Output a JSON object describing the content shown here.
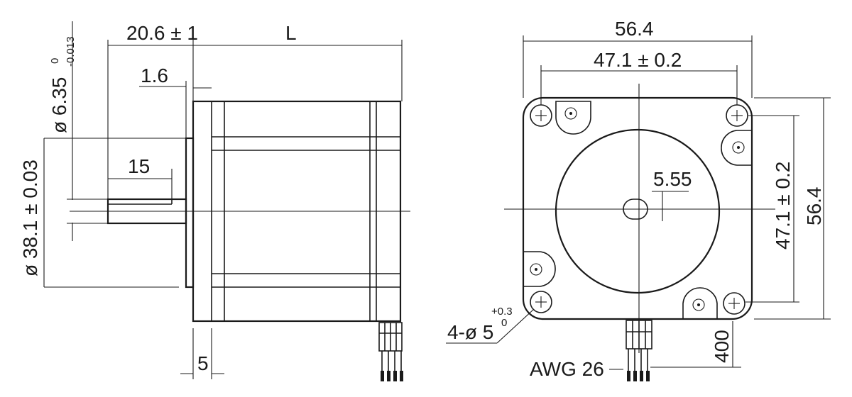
{
  "side_view": {
    "flange_length": "20.6 ± 1",
    "body_length": "L",
    "flange_thickness": "1.6",
    "shaft_diameter_main": "ø 6.35",
    "shaft_diameter_upper": "0",
    "shaft_diameter_lower": "-0.013",
    "shaft_flat_length": "15",
    "boss_diameter": "ø 38.1 ± 0.03",
    "lead_offset": "5"
  },
  "front_view": {
    "width": "56.4",
    "hole_pitch_horizontal": "47.1 ± 0.2",
    "height": "56.4",
    "hole_pitch_vertical": "47.1 ± 0.2",
    "shaft_flat": "5.55",
    "mount_holes_main": "4-ø 5",
    "mount_holes_upper": "+0.3",
    "mount_holes_lower": "0",
    "lead_length": "400",
    "wire_gauge": "AWG 26"
  }
}
